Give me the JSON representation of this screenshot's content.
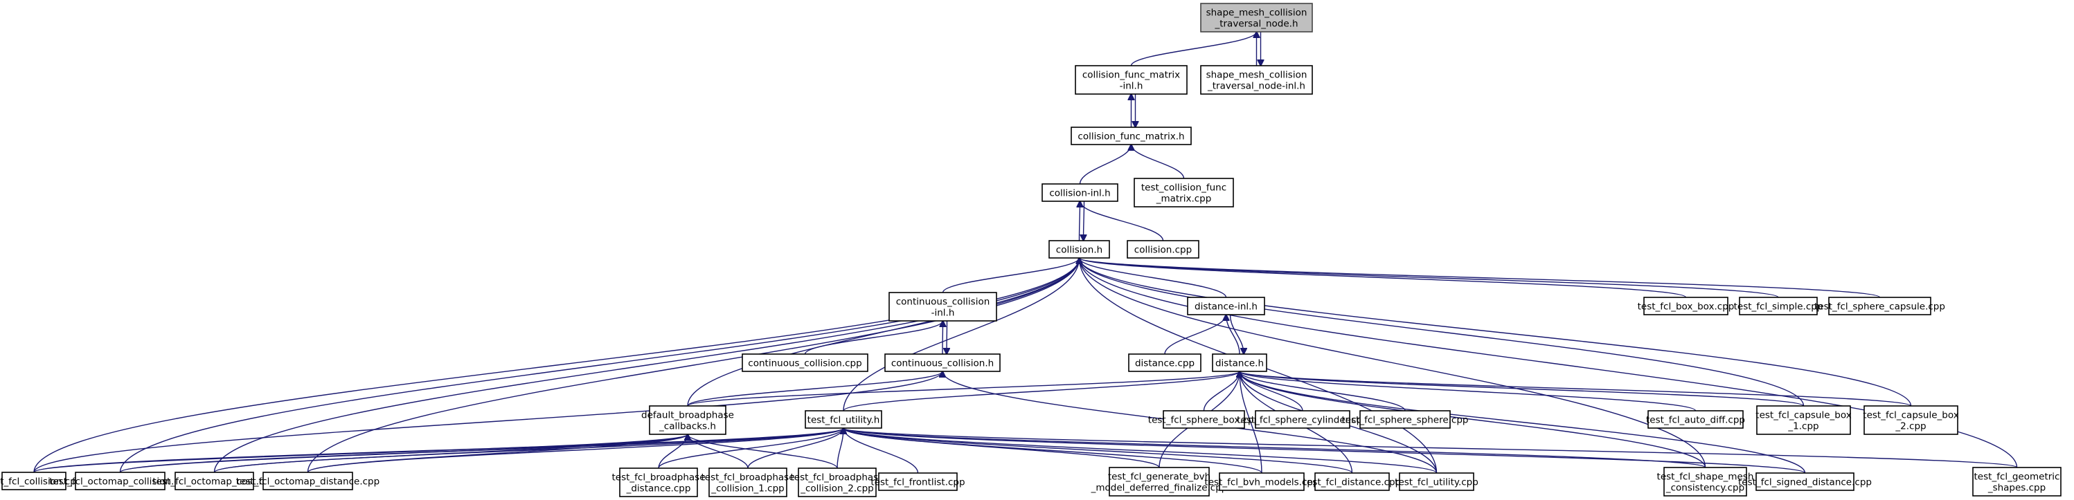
{
  "title": "shape_mesh_collision_traversal_node.h include dependency graph",
  "colors": {
    "edge": "#191970",
    "root_fill": "#bfbfbf",
    "node_fill": "#ffffff",
    "node_border": "#000000"
  },
  "nodes": [
    {
      "id": "root",
      "lines": [
        "shape_mesh_collision",
        "_traversal_node.h"
      ],
      "root": true
    },
    {
      "id": "cfm_inl",
      "lines": [
        "collision_func_matrix",
        "-inl.h"
      ]
    },
    {
      "id": "smctn_inl",
      "lines": [
        "shape_mesh_collision",
        "_traversal_node-inl.h"
      ]
    },
    {
      "id": "cfm_h",
      "lines": [
        "collision_func_matrix.h"
      ]
    },
    {
      "id": "coll_inl",
      "lines": [
        "collision-inl.h"
      ]
    },
    {
      "id": "test_cfm",
      "lines": [
        "test_collision_func",
        "_matrix.cpp"
      ]
    },
    {
      "id": "coll_h",
      "lines": [
        "collision.h"
      ]
    },
    {
      "id": "coll_cpp",
      "lines": [
        "collision.cpp"
      ]
    },
    {
      "id": "cc_inl",
      "lines": [
        "continuous_collision",
        "-inl.h"
      ]
    },
    {
      "id": "dist_inl",
      "lines": [
        "distance-inl.h"
      ]
    },
    {
      "id": "t_boxbox",
      "lines": [
        "test_fcl_box_box.cpp"
      ]
    },
    {
      "id": "t_simple",
      "lines": [
        "test_fcl_simple.cpp"
      ]
    },
    {
      "id": "t_sphcap",
      "lines": [
        "test_fcl_sphere_capsule.cpp"
      ]
    },
    {
      "id": "cc_cpp",
      "lines": [
        "continuous_collision.cpp"
      ]
    },
    {
      "id": "cc_h",
      "lines": [
        "continuous_collision.h"
      ]
    },
    {
      "id": "dist_cpp",
      "lines": [
        "distance.cpp"
      ]
    },
    {
      "id": "dist_h",
      "lines": [
        "distance.h"
      ]
    },
    {
      "id": "dbc_h",
      "lines": [
        "default_broadphase",
        "_callbacks.h"
      ]
    },
    {
      "id": "util_h",
      "lines": [
        "test_fcl_utility.h"
      ]
    },
    {
      "id": "t_sphbox",
      "lines": [
        "test_fcl_sphere_box.cpp"
      ]
    },
    {
      "id": "t_sphcyl",
      "lines": [
        "test_fcl_sphere_cylinder.cpp"
      ]
    },
    {
      "id": "t_sphsph",
      "lines": [
        "test_fcl_sphere_sphere.cpp"
      ]
    },
    {
      "id": "t_autodiff",
      "lines": [
        "test_fcl_auto_diff.cpp"
      ]
    },
    {
      "id": "t_capbox1",
      "lines": [
        "test_fcl_capsule_box",
        "_1.cpp"
      ]
    },
    {
      "id": "t_capbox2",
      "lines": [
        "test_fcl_capsule_box",
        "_2.cpp"
      ]
    },
    {
      "id": "t_coll",
      "lines": [
        "test_fcl_collision.cpp"
      ]
    },
    {
      "id": "t_octcoll",
      "lines": [
        "test_fcl_octomap_collision.cpp"
      ]
    },
    {
      "id": "t_octcost",
      "lines": [
        "test_fcl_octomap_cost.cpp"
      ]
    },
    {
      "id": "t_octdist",
      "lines": [
        "test_fcl_octomap_distance.cpp"
      ]
    },
    {
      "id": "t_bpdist",
      "lines": [
        "test_fcl_broadphase",
        "_distance.cpp"
      ]
    },
    {
      "id": "t_bpcoll1",
      "lines": [
        "test_fcl_broadphase",
        "_collision_1.cpp"
      ]
    },
    {
      "id": "t_bpcoll2",
      "lines": [
        "test_fcl_broadphase",
        "_collision_2.cpp"
      ]
    },
    {
      "id": "t_frontlist",
      "lines": [
        "test_fcl_frontlist.cpp"
      ]
    },
    {
      "id": "t_genbvh",
      "lines": [
        "test_fcl_generate_bvh",
        "_model_deferred_finalize.cpp"
      ]
    },
    {
      "id": "t_bvhmodels",
      "lines": [
        "test_fcl_bvh_models.cpp"
      ]
    },
    {
      "id": "t_distance",
      "lines": [
        "test_fcl_distance.cpp"
      ]
    },
    {
      "id": "t_utilcpp",
      "lines": [
        "test_fcl_utility.cpp"
      ]
    },
    {
      "id": "t_smcons",
      "lines": [
        "test_fcl_shape_mesh",
        "_consistency.cpp"
      ]
    },
    {
      "id": "t_signdist",
      "lines": [
        "test_fcl_signed_distance.cpp"
      ]
    },
    {
      "id": "t_geoshapes",
      "lines": [
        "test_fcl_geometric",
        "_shapes.cpp"
      ]
    }
  ],
  "edges": [
    [
      "cfm_inl",
      "root"
    ],
    [
      "smctn_inl",
      "root"
    ],
    [
      "root",
      "smctn_inl"
    ],
    [
      "cfm_h",
      "cfm_inl"
    ],
    [
      "cfm_inl",
      "cfm_h"
    ],
    [
      "coll_inl",
      "cfm_h"
    ],
    [
      "test_cfm",
      "cfm_h"
    ],
    [
      "coll_h",
      "coll_inl"
    ],
    [
      "coll_inl",
      "coll_h"
    ],
    [
      "coll_cpp",
      "coll_inl"
    ],
    [
      "cc_inl",
      "coll_h"
    ],
    [
      "dist_inl",
      "coll_h"
    ],
    [
      "t_boxbox",
      "coll_h"
    ],
    [
      "t_simple",
      "coll_h"
    ],
    [
      "t_sphcap",
      "coll_h"
    ],
    [
      "t_coll",
      "coll_h"
    ],
    [
      "t_octcoll",
      "coll_h"
    ],
    [
      "t_octcost",
      "coll_h"
    ],
    [
      "t_octdist",
      "coll_h"
    ],
    [
      "dbc_h",
      "coll_h"
    ],
    [
      "util_h",
      "coll_h"
    ],
    [
      "t_capbox1",
      "coll_h"
    ],
    [
      "t_capbox2",
      "coll_h"
    ],
    [
      "t_geoshapes",
      "coll_h"
    ],
    [
      "t_utilcpp",
      "coll_h"
    ],
    [
      "t_smcons",
      "coll_h"
    ],
    [
      "cc_cpp",
      "cc_inl"
    ],
    [
      "cc_h",
      "cc_inl"
    ],
    [
      "cc_inl",
      "cc_h"
    ],
    [
      "dbc_h",
      "cc_h"
    ],
    [
      "t_coll",
      "cc_h"
    ],
    [
      "t_utilcpp",
      "cc_h"
    ],
    [
      "dist_cpp",
      "dist_inl"
    ],
    [
      "dist_h",
      "dist_inl"
    ],
    [
      "dist_inl",
      "dist_h"
    ],
    [
      "dbc_h",
      "dist_h"
    ],
    [
      "util_h",
      "dist_h"
    ],
    [
      "t_sphbox",
      "dist_h"
    ],
    [
      "t_sphcyl",
      "dist_h"
    ],
    [
      "t_sphsph",
      "dist_h"
    ],
    [
      "t_autodiff",
      "dist_h"
    ],
    [
      "t_capbox1",
      "dist_h"
    ],
    [
      "t_capbox2",
      "dist_h"
    ],
    [
      "t_genbvh",
      "dist_h"
    ],
    [
      "t_bvhmodels",
      "dist_h"
    ],
    [
      "t_distance",
      "dist_h"
    ],
    [
      "t_utilcpp",
      "dist_h"
    ],
    [
      "t_smcons",
      "dist_h"
    ],
    [
      "t_signdist",
      "dist_h"
    ],
    [
      "t_coll",
      "dbc_h"
    ],
    [
      "t_octcoll",
      "dbc_h"
    ],
    [
      "t_octcost",
      "dbc_h"
    ],
    [
      "t_octdist",
      "dbc_h"
    ],
    [
      "t_bpdist",
      "dbc_h"
    ],
    [
      "t_bpcoll1",
      "dbc_h"
    ],
    [
      "t_bpcoll2",
      "dbc_h"
    ],
    [
      "t_coll",
      "util_h"
    ],
    [
      "t_octcoll",
      "util_h"
    ],
    [
      "t_octcost",
      "util_h"
    ],
    [
      "t_octdist",
      "util_h"
    ],
    [
      "t_bpdist",
      "util_h"
    ],
    [
      "t_bpcoll1",
      "util_h"
    ],
    [
      "t_bpcoll2",
      "util_h"
    ],
    [
      "t_frontlist",
      "util_h"
    ],
    [
      "t_genbvh",
      "util_h"
    ],
    [
      "t_bvhmodels",
      "util_h"
    ],
    [
      "t_distance",
      "util_h"
    ],
    [
      "t_utilcpp",
      "util_h"
    ],
    [
      "t_smcons",
      "util_h"
    ],
    [
      "t_signdist",
      "util_h"
    ],
    [
      "t_geoshapes",
      "util_h"
    ]
  ]
}
